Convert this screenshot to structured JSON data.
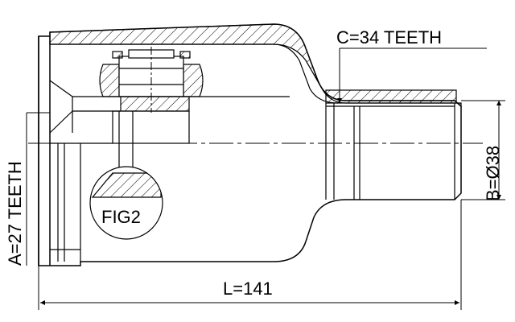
{
  "labels": {
    "spline_outer": "C=34 TEETH",
    "spline_inner": "A=27 TEETH",
    "shaft_diameter": "B=Ø38",
    "length": "L=141",
    "figure_ref": "FIG2"
  },
  "colors": {
    "stroke": "#000000",
    "background": "#ffffff"
  }
}
